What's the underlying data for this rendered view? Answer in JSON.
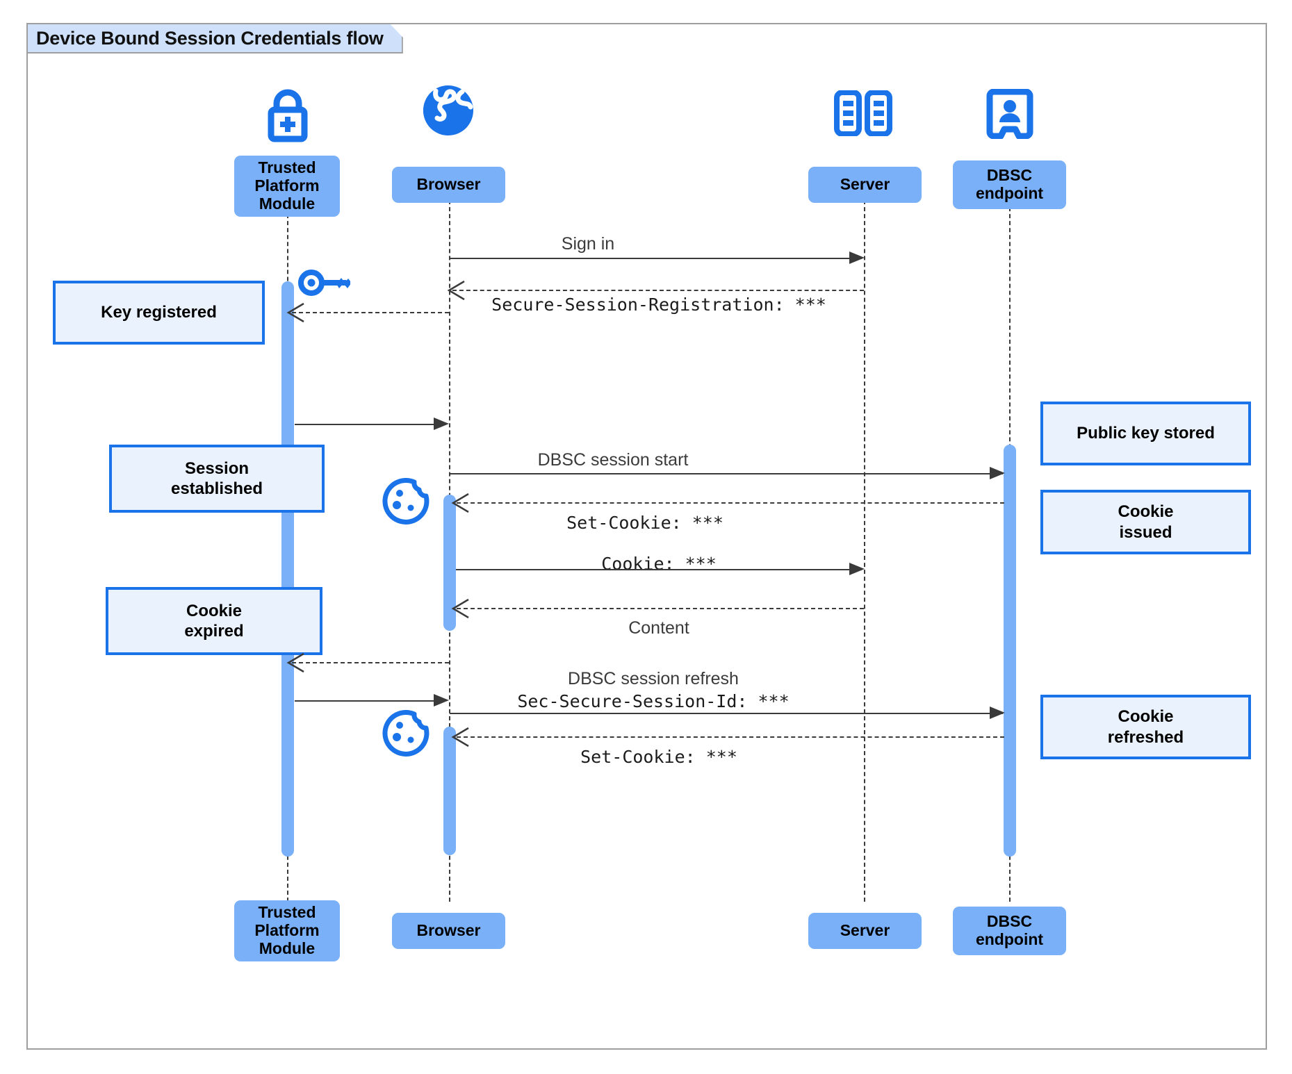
{
  "frame": {
    "title": "Device Bound Session Credentials flow"
  },
  "colors": {
    "participant_fill": "#79b0f8",
    "note_fill": "#eaf2fd",
    "note_border": "#1a73e8",
    "icon_blue": "#1a73e8",
    "frame_border": "#9e9e9e",
    "title_fill": "#cfe1fa",
    "line": "#3a3a3a"
  },
  "participants": [
    {
      "id": "tpm",
      "label": "Trusted\nPlatform\nModule",
      "icon": "lock-plus-icon"
    },
    {
      "id": "browser",
      "label": "Browser",
      "icon": "globe-icon"
    },
    {
      "id": "server",
      "label": "Server",
      "icon": "server-rack-icon"
    },
    {
      "id": "dbsc",
      "label": "DBSC\nendpoint",
      "icon": "id-badge-icon"
    }
  ],
  "participants_bottom": [
    {
      "id": "tpm",
      "label": "Trusted\nPlatform\nModule"
    },
    {
      "id": "browser",
      "label": "Browser"
    },
    {
      "id": "server",
      "label": "Server"
    },
    {
      "id": "dbsc",
      "label": "DBSC\nendpoint"
    }
  ],
  "messages": [
    {
      "id": "m1",
      "text": "Sign in",
      "style": "sans",
      "from": "browser",
      "to": "server",
      "line": "solid"
    },
    {
      "id": "m2",
      "text": "Secure-Session-Registration: ***",
      "style": "mono",
      "from": "server",
      "to": "browser",
      "line": "dashed"
    },
    {
      "id": "m3",
      "text": "DBSC session start",
      "style": "sans",
      "from": "browser",
      "to": "dbsc",
      "line": "solid"
    },
    {
      "id": "m4",
      "text": "Set-Cookie: ***",
      "style": "mono",
      "from": "dbsc",
      "to": "browser",
      "line": "dashed"
    },
    {
      "id": "m5",
      "text": "Cookie: ***",
      "style": "mono",
      "from": "browser",
      "to": "server",
      "line": "solid"
    },
    {
      "id": "m6",
      "text": "Content",
      "style": "sans",
      "from": "server",
      "to": "browser",
      "line": "dashed"
    },
    {
      "id": "m7a",
      "text": "DBSC session refresh",
      "style": "sans",
      "from": "browser",
      "to": "dbsc",
      "line": "solid"
    },
    {
      "id": "m7b",
      "text": "Sec-Secure-Session-Id: ***",
      "style": "mono",
      "from": "browser",
      "to": "dbsc",
      "line": "solid"
    },
    {
      "id": "m8",
      "text": "Set-Cookie: ***",
      "style": "mono",
      "from": "dbsc",
      "to": "browser",
      "line": "dashed"
    }
  ],
  "notes_left": [
    {
      "id": "n1",
      "text": "Key registered"
    },
    {
      "id": "n2",
      "text": "Session\nestablished"
    },
    {
      "id": "n3",
      "text": "Cookie\nexpired"
    }
  ],
  "notes_right": [
    {
      "id": "n4",
      "text": "Public key stored"
    },
    {
      "id": "n5",
      "text": "Cookie\nissued"
    },
    {
      "id": "n6",
      "text": "Cookie\nrefreshed"
    }
  ],
  "inline_icons": [
    {
      "id": "key",
      "name": "key-icon"
    },
    {
      "id": "cookie1",
      "name": "cookie-icon"
    },
    {
      "id": "cookie2",
      "name": "cookie-icon"
    }
  ]
}
